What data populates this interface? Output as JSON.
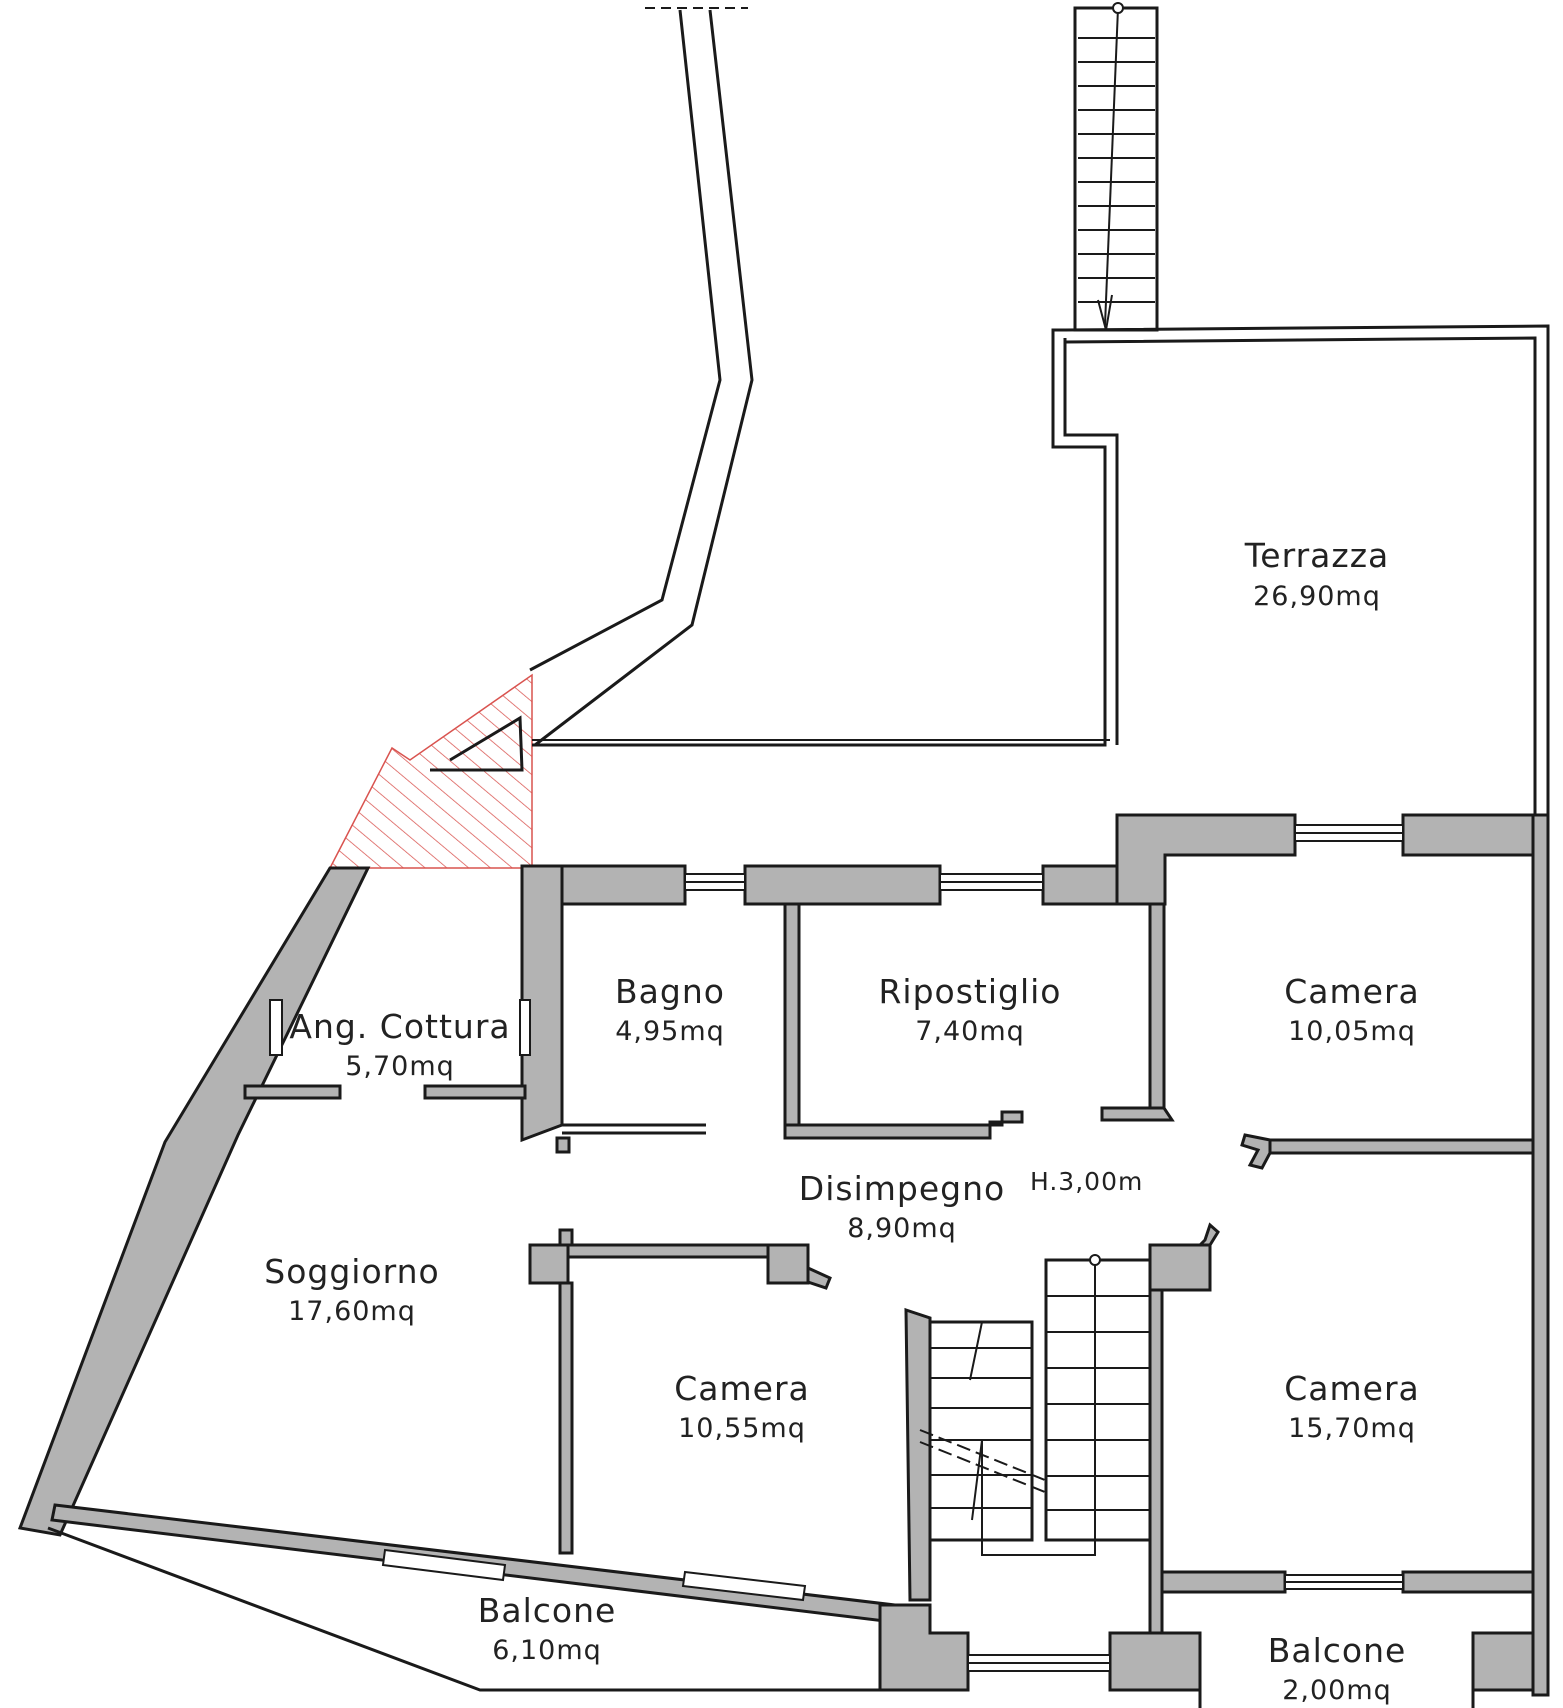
{
  "height_note": "H.3,00m",
  "rooms": {
    "terrazza": {
      "name": "Terrazza",
      "area": "26,90mq"
    },
    "bagno": {
      "name": "Bagno",
      "area": "4,95mq"
    },
    "ripostiglio": {
      "name": "Ripostiglio",
      "area": "7,40mq"
    },
    "camera_ne": {
      "name": "Camera",
      "area": "10,05mq"
    },
    "cottura": {
      "name": "Ang.  Cottura",
      "area": "5,70mq"
    },
    "disimpegno": {
      "name": "Disimpegno",
      "area": "8,90mq"
    },
    "soggiorno": {
      "name": "Soggiorno",
      "area": "17,60mq"
    },
    "camera_c": {
      "name": "Camera",
      "area": "10,55mq"
    },
    "camera_se": {
      "name": "Camera",
      "area": "15,70mq"
    },
    "balcone_s": {
      "name": "Balcone",
      "area": "6,10mq"
    },
    "balcone_se": {
      "name": "Balcone",
      "area": "2,00mq"
    }
  },
  "colors": {
    "wall_fill": "#b3b3b3",
    "line": "#1a1a1a",
    "hatch": "#d9534f"
  }
}
